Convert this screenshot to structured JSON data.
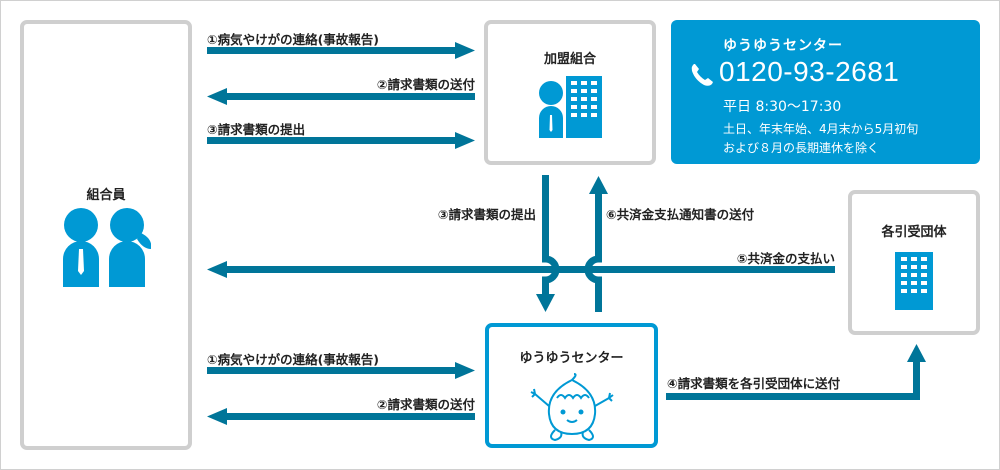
{
  "colors": {
    "arrow": "#007599",
    "icon": "#0099d4",
    "box_border": "#cfcfcf",
    "center_border": "#0099d4",
    "info_bg": "#0099d4"
  },
  "nodes": {
    "member": {
      "label": "組合員",
      "icon": "two-people-icon"
    },
    "union": {
      "label": "加盟組合",
      "icon": "person-building-icon"
    },
    "center": {
      "label": "ゆうゆうセンター",
      "icon": "mascot-icon"
    },
    "insurers": {
      "label": "各引受団体",
      "icon": "building-icon"
    }
  },
  "contact": {
    "name": "ゆうゆうセンター",
    "icon": "phone-icon",
    "phone": "0120-93-2681",
    "hours": "平日 8:30～17:30",
    "note_line1": "土日、年末年始、4月末から5月初旬",
    "note_line2": "および８月の長期連休を除く"
  },
  "flows": {
    "member_to_union_1": "①病気やけがの連絡(事故報告)",
    "union_to_member_2": "②請求書類の送付",
    "member_to_union_3": "③請求書類の提出",
    "union_to_center_3": "③請求書類の提出",
    "center_to_union_6": "⑥共済金支払通知書の送付",
    "insurers_to_member_5": "⑤共済金の支払い",
    "member_to_center_1": "①病気やけがの連絡(事故報告)",
    "center_to_member_2": "②請求書類の送付",
    "center_to_insurers_4": "④請求書類を各引受団体に送付"
  }
}
